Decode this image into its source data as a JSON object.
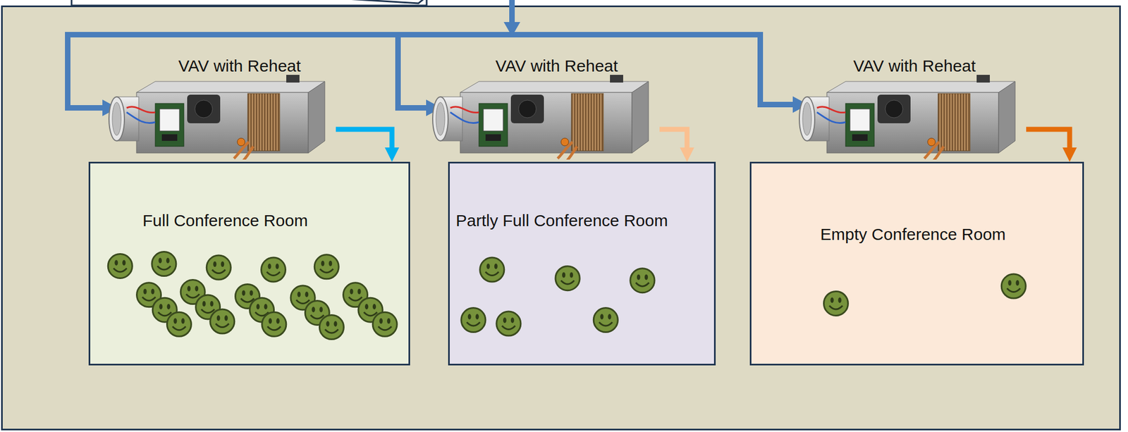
{
  "diagram": {
    "nodes": [
      {
        "text": [
          "VAV with Reheat"
        ]
      },
      {
        "text": [
          "VAV with Reheat"
        ]
      },
      {
        "text": [
          "VAV with Reheat"
        ]
      },
      {
        "text": [
          "Full Conference Room"
        ]
      },
      {
        "text": [
          "Partly Full Conference Room"
        ]
      },
      {
        "text": [
          "Empty Conference Room"
        ]
      }
    ],
    "edges": [
      {
        "from": 0,
        "to": 3,
        "arrow": "to"
      },
      {
        "from": 1,
        "to": 4,
        "arrow": "to"
      },
      {
        "from": 2,
        "to": 5,
        "arrow": "to"
      }
    ]
  }
}
